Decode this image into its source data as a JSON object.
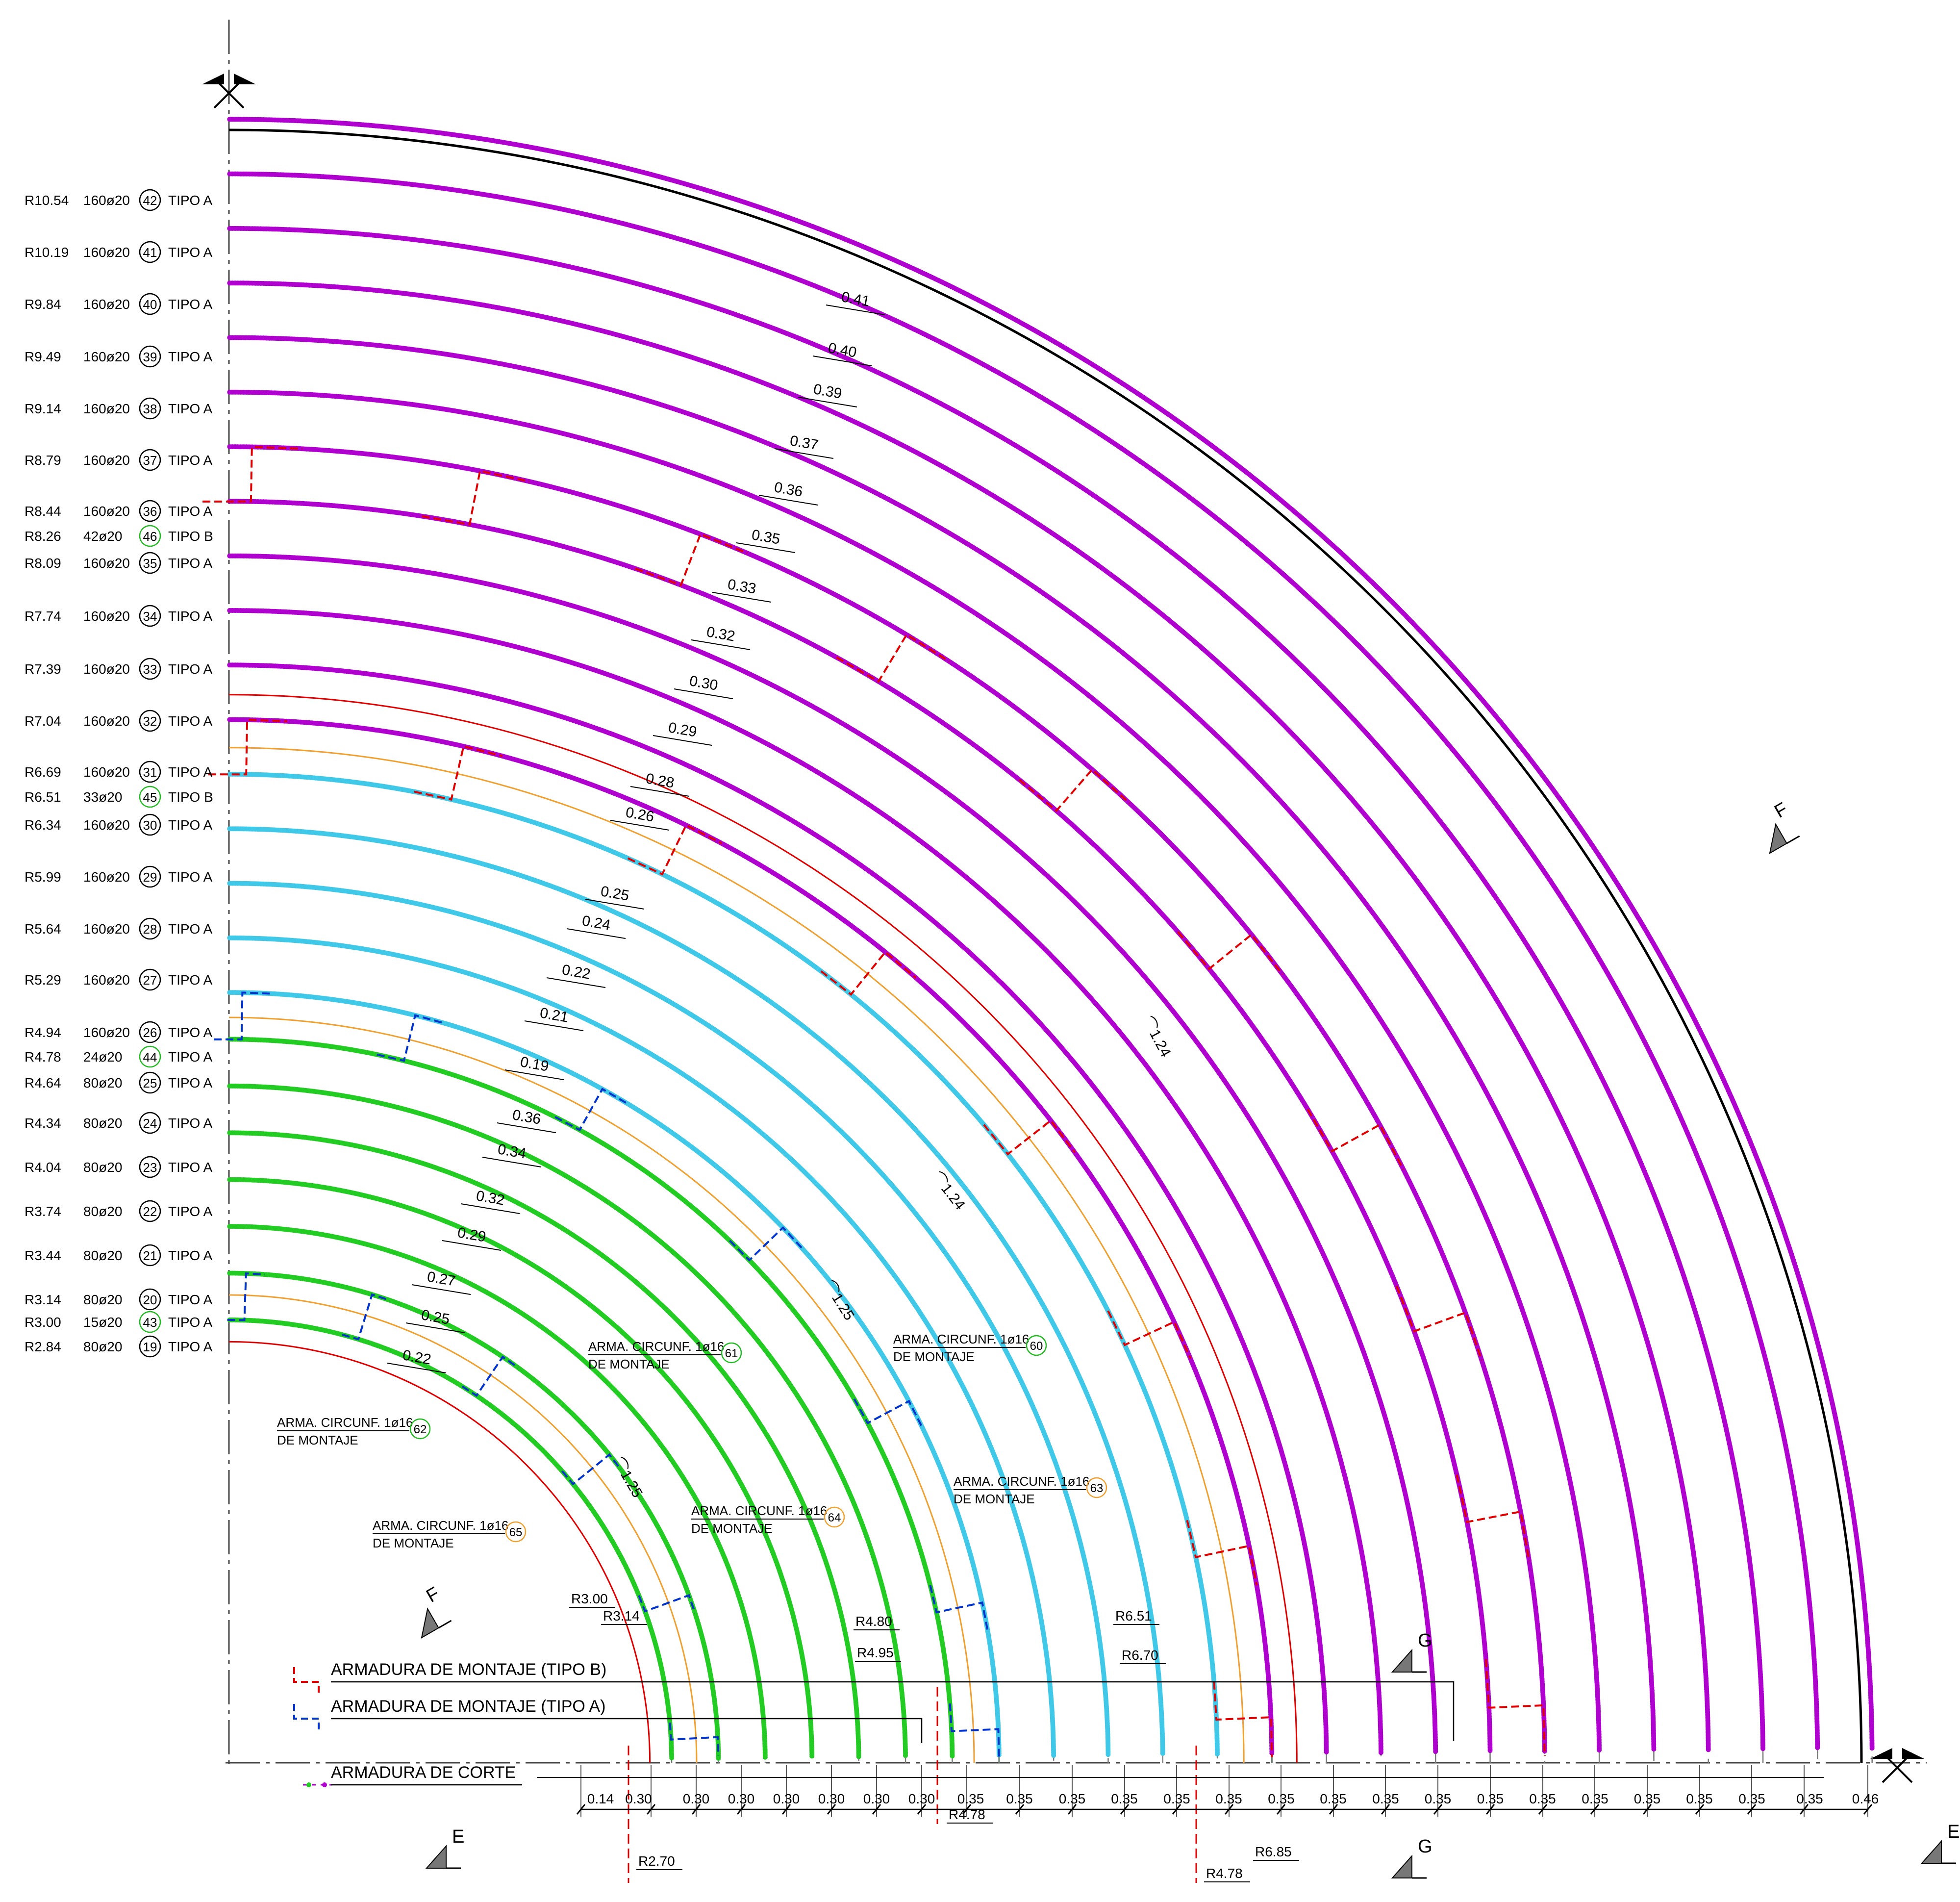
{
  "radius_labels": [
    {
      "r": "R10.54",
      "spec": "160ø20",
      "mark": "42",
      "tipo": "TIPO A",
      "mark_color": "#000000",
      "r_value": 10.54
    },
    {
      "r": "R10.19",
      "spec": "160ø20",
      "mark": "41",
      "tipo": "TIPO A",
      "mark_color": "#000000",
      "r_value": 10.19
    },
    {
      "r": "R9.84",
      "spec": "160ø20",
      "mark": "40",
      "tipo": "TIPO A",
      "mark_color": "#000000",
      "r_value": 9.84
    },
    {
      "r": "R9.49",
      "spec": "160ø20",
      "mark": "39",
      "tipo": "TIPO A",
      "mark_color": "#000000",
      "r_value": 9.49
    },
    {
      "r": "R9.14",
      "spec": "160ø20",
      "mark": "38",
      "tipo": "TIPO A",
      "mark_color": "#000000",
      "r_value": 9.14
    },
    {
      "r": "R8.79",
      "spec": "160ø20",
      "mark": "37",
      "tipo": "TIPO A",
      "mark_color": "#000000",
      "r_value": 8.79
    },
    {
      "r": "R8.44",
      "spec": "160ø20",
      "mark": "36",
      "tipo": "TIPO A",
      "mark_color": "#000000",
      "r_value": 8.44
    },
    {
      "r": "R8.26",
      "spec": "42ø20",
      "mark": "46",
      "tipo": "TIPO B",
      "mark_color": "#22bb22",
      "r_value": 8.26
    },
    {
      "r": "R8.09",
      "spec": "160ø20",
      "mark": "35",
      "tipo": "TIPO A",
      "mark_color": "#000000",
      "r_value": 8.09
    },
    {
      "r": "R7.74",
      "spec": "160ø20",
      "mark": "34",
      "tipo": "TIPO A",
      "mark_color": "#000000",
      "r_value": 7.74
    },
    {
      "r": "R7.39",
      "spec": "160ø20",
      "mark": "33",
      "tipo": "TIPO A",
      "mark_color": "#000000",
      "r_value": 7.39
    },
    {
      "r": "R7.04",
      "spec": "160ø20",
      "mark": "32",
      "tipo": "TIPO A",
      "mark_color": "#000000",
      "r_value": 7.04
    },
    {
      "r": "R6.69",
      "spec": "160ø20",
      "mark": "31",
      "tipo": "TIPO A",
      "mark_color": "#000000",
      "r_value": 6.69
    },
    {
      "r": "R6.51",
      "spec": "33ø20",
      "mark": "45",
      "tipo": "TIPO B",
      "mark_color": "#22bb22",
      "r_value": 6.51
    },
    {
      "r": "R6.34",
      "spec": "160ø20",
      "mark": "30",
      "tipo": "TIPO A",
      "mark_color": "#000000",
      "r_value": 6.34
    },
    {
      "r": "R5.99",
      "spec": "160ø20",
      "mark": "29",
      "tipo": "TIPO A",
      "mark_color": "#000000",
      "r_value": 5.99
    },
    {
      "r": "R5.64",
      "spec": "160ø20",
      "mark": "28",
      "tipo": "TIPO A",
      "mark_color": "#000000",
      "r_value": 5.64
    },
    {
      "r": "R5.29",
      "spec": "160ø20",
      "mark": "27",
      "tipo": "TIPO A",
      "mark_color": "#000000",
      "r_value": 5.29
    },
    {
      "r": "R4.94",
      "spec": "160ø20",
      "mark": "26",
      "tipo": "TIPO A",
      "mark_color": "#000000",
      "r_value": 4.94
    },
    {
      "r": "R4.78",
      "spec": "24ø20",
      "mark": "44",
      "tipo": "TIPO A",
      "mark_color": "#22bb22",
      "r_value": 4.78
    },
    {
      "r": "R4.64",
      "spec": "80ø20",
      "mark": "25",
      "tipo": "TIPO A",
      "mark_color": "#000000",
      "r_value": 4.64
    },
    {
      "r": "R4.34",
      "spec": "80ø20",
      "mark": "24",
      "tipo": "TIPO A",
      "mark_color": "#000000",
      "r_value": 4.34
    },
    {
      "r": "R4.04",
      "spec": "80ø20",
      "mark": "23",
      "tipo": "TIPO A",
      "mark_color": "#000000",
      "r_value": 4.04
    },
    {
      "r": "R3.74",
      "spec": "80ø20",
      "mark": "22",
      "tipo": "TIPO A",
      "mark_color": "#000000",
      "r_value": 3.74
    },
    {
      "r": "R3.44",
      "spec": "80ø20",
      "mark": "21",
      "tipo": "TIPO A",
      "mark_color": "#000000",
      "r_value": 3.44
    },
    {
      "r": "R3.14",
      "spec": "80ø20",
      "mark": "20",
      "tipo": "TIPO A",
      "mark_color": "#000000",
      "r_value": 3.14
    },
    {
      "r": "R3.00",
      "spec": "15ø20",
      "mark": "43",
      "tipo": "TIPO A",
      "mark_color": "#22bb22",
      "r_value": 3.0
    },
    {
      "r": "R2.84",
      "spec": "80ø20",
      "mark": "19",
      "tipo": "TIPO A",
      "mark_color": "#000000",
      "r_value": 2.84
    }
  ],
  "diagonal_spacings": [
    "0.41",
    "0.40",
    "0.39",
    "0.37",
    "0.36",
    "0.35",
    "0.33",
    "0.32",
    "0.30",
    "0.29",
    "0.28",
    "0.26",
    "0.25",
    "0.24",
    "0.22",
    "0.21",
    "0.19",
    "0.36",
    "0.34",
    "0.32",
    "0.29",
    "0.27",
    "0.25",
    "0.22"
  ],
  "bottom_dimensions": [
    "0.14",
    "0.30",
    "0.30",
    "0.30",
    "0.30",
    "0.30",
    "0.30",
    "0.30",
    "0.35",
    "0.35",
    "0.35",
    "0.35",
    "0.35",
    "0.35",
    "0.35",
    "0.35",
    "0.35",
    "0.35",
    "0.35",
    "0.35",
    "0.35",
    "0.35",
    "0.35",
    "0.35",
    "0.35",
    "0.46"
  ],
  "arc_dimensions": [
    "1.24",
    "1.24",
    "1.25",
    "1.25"
  ],
  "callouts": [
    {
      "line1": "ARMA. CIRCUNF. 1ø16",
      "line2": "DE MONTAJE",
      "mark": "62",
      "color": "#22bb22"
    },
    {
      "line1": "ARMA. CIRCUNF. 1ø16",
      "line2": "DE MONTAJE",
      "mark": "65",
      "color": "#f0a030"
    },
    {
      "line1": "ARMA. CIRCUNF. 1ø16",
      "line2": "DE MONTAJE",
      "mark": "61",
      "color": "#22bb22"
    },
    {
      "line1": "ARMA. CIRCUNF. 1ø16",
      "line2": "DE MONTAJE",
      "mark": "64",
      "color": "#f0a030"
    },
    {
      "line1": "ARMA. CIRCUNF. 1ø16",
      "line2": "DE MONTAJE",
      "mark": "60",
      "color": "#22bb22"
    },
    {
      "line1": "ARMA. CIRCUNF. 1ø16",
      "line2": "DE MONTAJE",
      "mark": "63",
      "color": "#f0a030"
    }
  ],
  "radius_tags": [
    "R3.00",
    "R3.14",
    "R4.80",
    "R4.95",
    "R6.51",
    "R6.70",
    "R2.70",
    "R4.78",
    "R4.78",
    "R6.85"
  ],
  "legend": {
    "tipo_b": "ARMADURA DE MONTAJE (TIPO B)",
    "tipo_a": "ARMADURA DE MONTAJE (TIPO A)",
    "corte": "ARMADURA DE CORTE"
  },
  "section_marks": {
    "f": "F",
    "g": "G",
    "e": "E"
  },
  "colors": {
    "tipo_a_rebar": "#7a7a7a",
    "outer_dots": "#b000d0",
    "mid_dots": "#40c8e8",
    "inner_dots": "#22cc22",
    "tipo_b_montaje": "#e00000",
    "tipo_a_montaje": "#0033cc",
    "ring_red": "#e00000",
    "ring_green": "#119944",
    "ring_orange": "#f0a030"
  }
}
